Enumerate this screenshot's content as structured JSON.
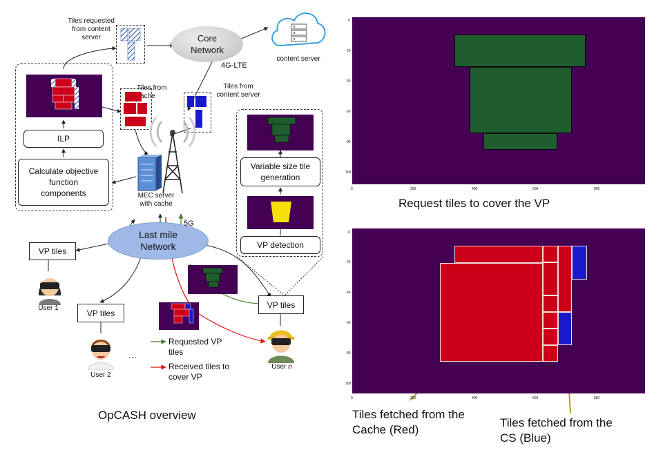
{
  "diagram": {
    "core_network": "Core\nNetwork",
    "core_link": "4G-LTE",
    "content_server": "content server",
    "tiles_requested_cs": "Tiles requested\nfrom content\nserver",
    "tiles_from_cache": "Tiles from\ncache",
    "tiles_from_cs": "Tiles from\ncontent server",
    "ilp": "ILP",
    "calc_obj": "Calculate objective\nfunction\ncomponents",
    "mec": "MEC server\nwith cache",
    "last_mile": "Last mile\nNetwork",
    "link_5g": "5G",
    "var_tile": "Variable size tile\ngeneration",
    "vp_detection": "VP detection",
    "vp_tiles": "VP tiles",
    "user1": "User 1",
    "user2": "User 2",
    "usern_prefix": "User ",
    "usern_suffix": "n",
    "dots": "...",
    "legend_green": "Requested VP\ntiles",
    "legend_red": "Received tiles to\ncover VP",
    "overview_caption": "OpCASH overview"
  },
  "plots": {
    "top_caption": "Request tiles to cover the VP",
    "cache_caption": "Tiles fetched from the\nCache (Red)",
    "cs_caption": "Tiles fetched from the\nCS (Blue)",
    "x_ticks": [
      "0",
      "200",
      "400",
      "600",
      "800"
    ],
    "y_ticks": [
      "0",
      "20",
      "40",
      "60",
      "80",
      "100"
    ]
  },
  "colors": {
    "plot_bg": "#440154",
    "tile_green": "#1f5c2e",
    "tile_red": "#cc0018",
    "tile_blue": "#1a1acc",
    "network_blue": "#9fb8e6",
    "core_gray": "#cfcfcf",
    "arrow_green": "#4a7a2a",
    "arrow_red": "#e01010",
    "arrow_gold": "#b8962a"
  }
}
